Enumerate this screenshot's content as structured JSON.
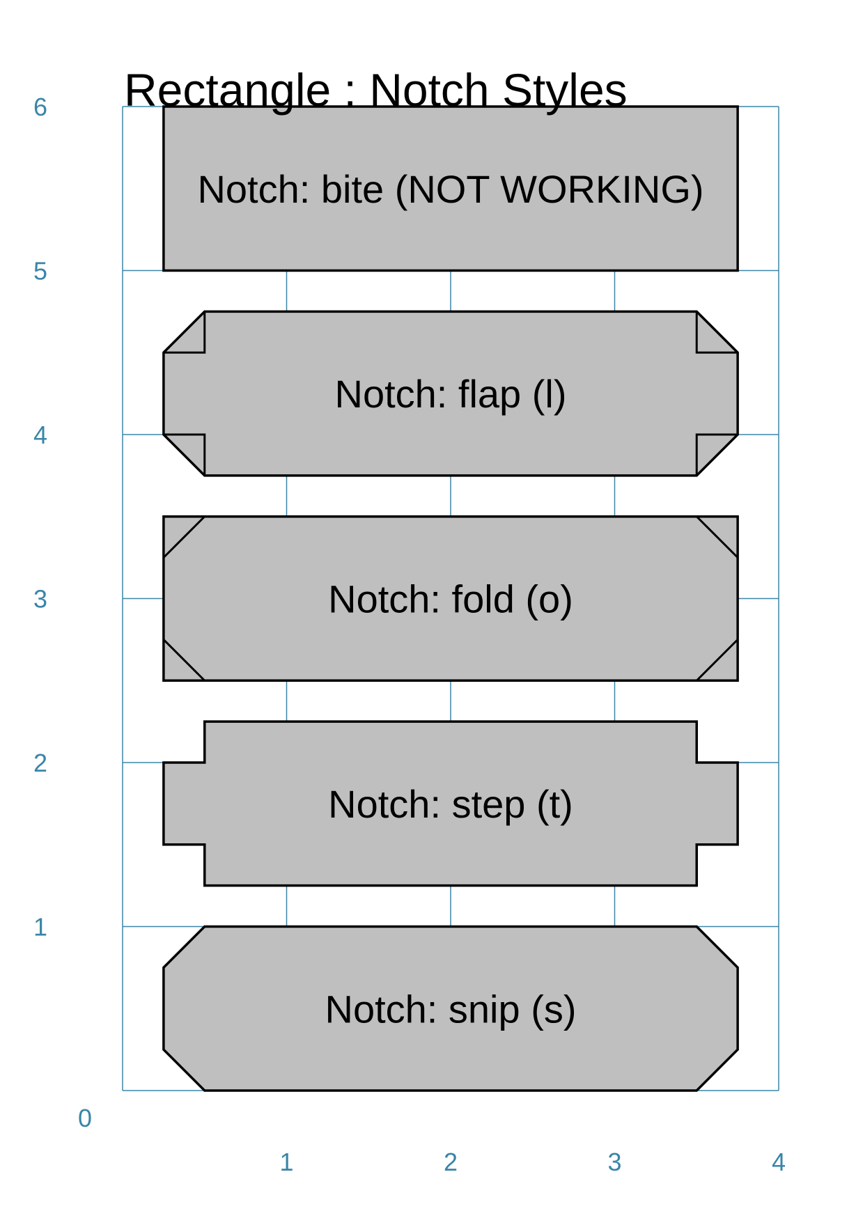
{
  "title": "Rectangle : Notch Styles",
  "axes": {
    "x_ticks": [
      "1",
      "2",
      "3",
      "4"
    ],
    "y_ticks": [
      "0",
      "1",
      "2",
      "3",
      "4",
      "5",
      "6"
    ],
    "xlim": [
      0,
      4
    ],
    "ylim": [
      0,
      6
    ],
    "grid": true
  },
  "colors": {
    "grid": "#3a85a8",
    "shape_fill": "#bfbfbf",
    "stroke": "#000000"
  },
  "shapes": [
    {
      "id": "bite",
      "label": "Notch: bite (NOT WORKING)",
      "notch": "bite",
      "x0": 0.25,
      "x1": 3.75,
      "y0": 5,
      "y1": 6
    },
    {
      "id": "flap",
      "label": "Notch: flap (l)",
      "notch": "flap",
      "x0": 0.25,
      "x1": 3.75,
      "y0": 3.75,
      "y1": 4.75
    },
    {
      "id": "fold",
      "label": "Notch: fold (o)",
      "notch": "fold",
      "x0": 0.25,
      "x1": 3.75,
      "y0": 2.5,
      "y1": 3.5
    },
    {
      "id": "step",
      "label": "Notch: step (t)",
      "notch": "step",
      "x0": 0.25,
      "x1": 3.75,
      "y0": 1.25,
      "y1": 2.25
    },
    {
      "id": "snip",
      "label": "Notch: snip (s)",
      "notch": "snip",
      "x0": 0.25,
      "x1": 3.75,
      "y0": 0,
      "y1": 1
    }
  ],
  "notch_size": 0.25
}
